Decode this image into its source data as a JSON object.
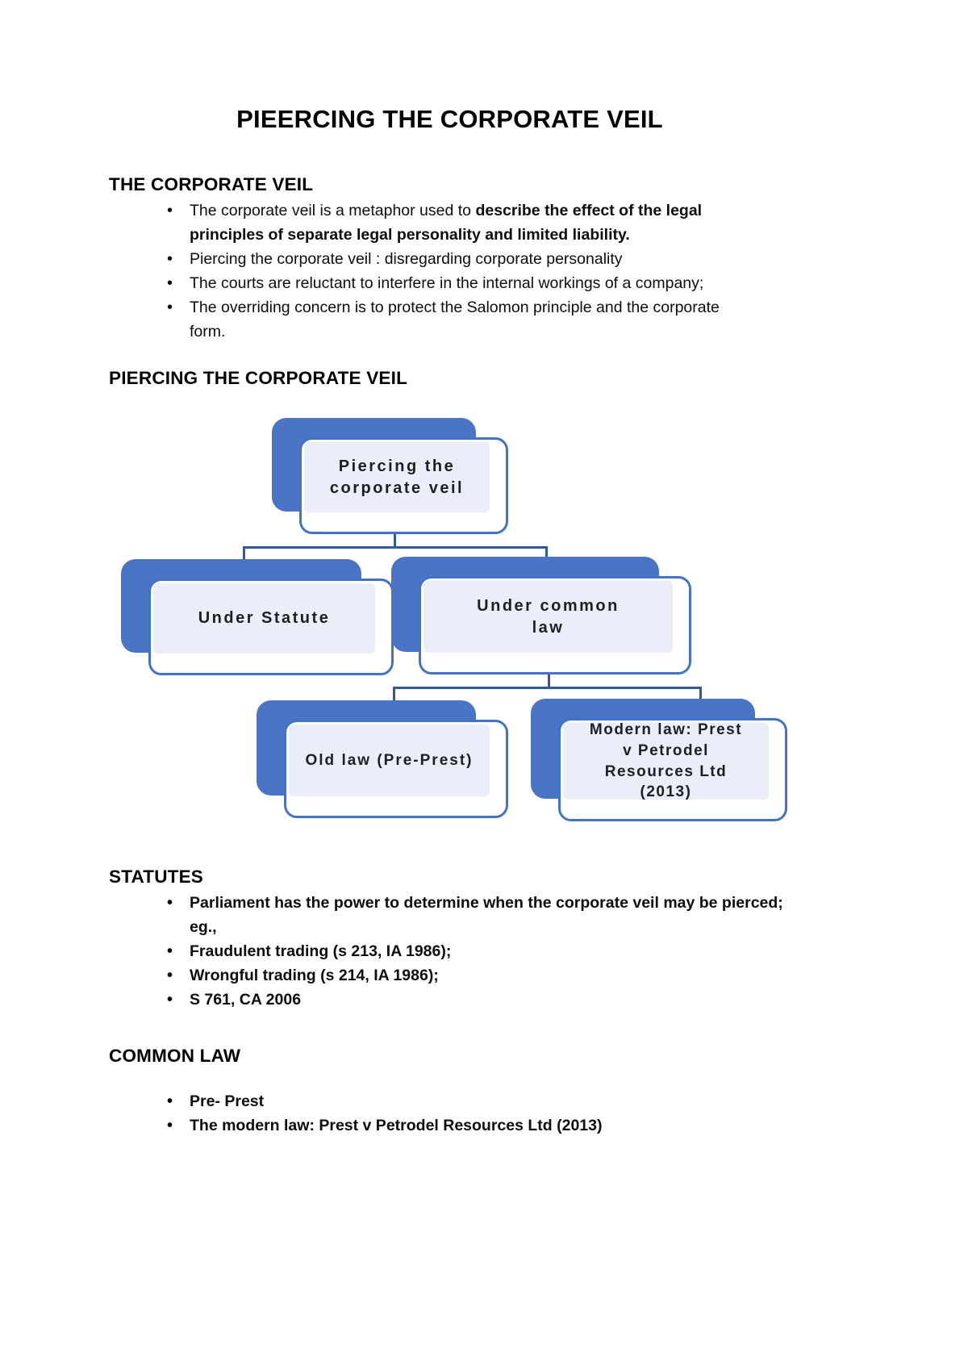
{
  "title": "PIEERCING THE CORPORATE VEIL",
  "sections": {
    "corporate_veil": {
      "heading": "THE CORPORATE VEIL",
      "bullet1_regular": "The corporate veil is a metaphor used to ",
      "bullet1_bold_line1": "describe the effect of the legal",
      "bullet1_bold_line2": "principles of separate legal personality and limited liability.",
      "bullet2": "Piercing the corporate veil : disregarding corporate personality",
      "bullet3": "The courts are reluctant to interfere in the internal workings of a company;",
      "bullet4_line1": "The overriding concern is to protect the Salomon principle and the corporate",
      "bullet4_line2": "form."
    },
    "piercing": {
      "heading": "PIERCING THE CORPORATE VEIL"
    },
    "statutes": {
      "heading": "STATUTES",
      "bullet1_line1": "Parliament has the power to determine when the corporate veil may be pierced;",
      "bullet1_line2": "eg.,",
      "bullet2": "Fraudulent trading (s 213, IA 1986);",
      "bullet3": "Wrongful trading (s 214, IA 1986);",
      "bullet4": "S 761, CA 2006"
    },
    "common_law": {
      "heading": "COMMON LAW",
      "bullet1": "Pre- Prest",
      "bullet2": "The modern law: Prest v Petrodel Resources Ltd (2013)"
    }
  },
  "diagram": {
    "nodes": {
      "root": "Piercing the corporate veil",
      "statute": "Under Statute",
      "common": "Under common law",
      "old_law": "Old law (Pre-Prest)",
      "modern_law": "Modern law: Prest v Petrodel Resources Ltd (2013)"
    },
    "colors": {
      "shadow_blue": "#4a74c4",
      "border_blue": "#4472c4",
      "fill_light": "#eaeef8",
      "connector_blue": "#2f5b9d"
    }
  }
}
